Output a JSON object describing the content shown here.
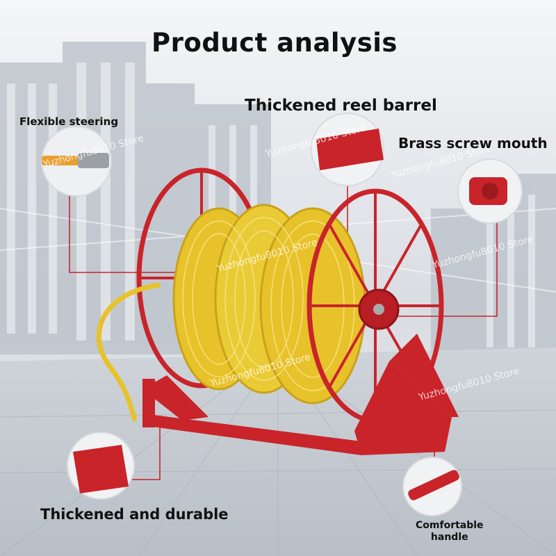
{
  "page": {
    "title": "Product analysis"
  },
  "callouts": {
    "flexible_steering": "Flexible steering",
    "thickened_reel_barrel": "Thickened reel barrel",
    "brass_screw_mouth": "Brass screw mouth",
    "thickened_and_durable": "Thickened and durable",
    "comfortable_handle_line1": "Comfortable",
    "comfortable_handle_line2": "handle"
  },
  "watermarks": [
    "Yuzhongfu8010 Store",
    "Yuzhongfu8010 Store",
    "Yuzhongfu8010 Store",
    "Yuzhongfu8010 Store",
    "Yuzhongfu8010 Store",
    "Yuzhongfu8010 Store",
    "Yuzhongfu8010 Store"
  ],
  "colors": {
    "reel_red": "#c8242a",
    "hose_yellow": "#e8c22a",
    "callout_line": "#c8242a"
  }
}
